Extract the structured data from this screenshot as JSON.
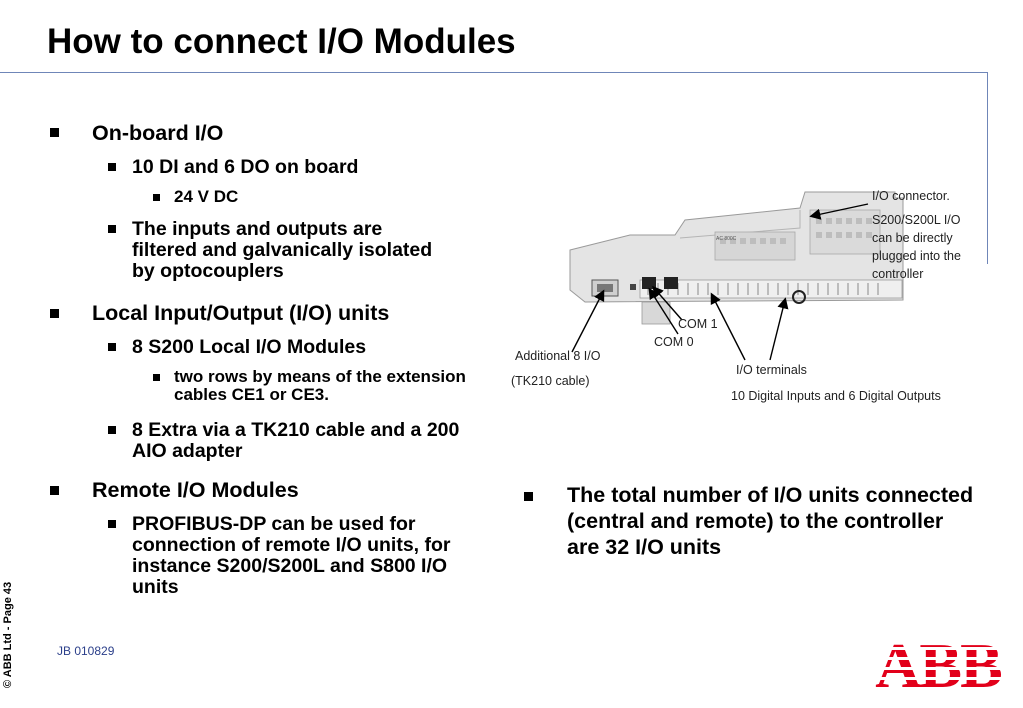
{
  "title": "How to connect I/O Modules",
  "bullets": {
    "b1": "On-board I/O",
    "b1_1": "10 DI and 6 DO on board",
    "b1_1_1": "24 V DC",
    "b1_2": "The inputs and outputs are filtered and galvanically isolated by optocouplers",
    "b2": "Local Input/Output (I/O) units",
    "b2_1": "8 S200 Local I/O Modules",
    "b2_1_1": "two rows by means of the extension cables CE1 or CE3.",
    "b2_2": "8 Extra via a TK210 cable and a 200 AIO adapter",
    "b3": "Remote I/O Modules",
    "b3_1": "PROFIBUS-DP can be used for connection of remote I/O units, for instance S200/S200L and S800 I/O units"
  },
  "diagram": {
    "io_connector": "I/O connector.",
    "s200_note_1": "S200/S200L I/O",
    "s200_note_2": "can be directly",
    "s200_note_3": "plugged into the",
    "s200_note_4": "controller",
    "com1": "COM 1",
    "com0": "COM 0",
    "additional_1": "Additional 8 I/O",
    "additional_2": "(TK210 cable)",
    "io_terminals": "I/O terminals",
    "io_terminals_desc": "10 Digital Inputs and 6 Digital Outputs",
    "module_label": "AC 800C"
  },
  "callout": "The total number of I/O units connected (central and remote) to the controller are 32 I/O units",
  "footer": {
    "side": "© ABB Ltd - Page 43",
    "id": "JB 010829",
    "logo_text": "ABB"
  },
  "colors": {
    "rule": "#6f86b8",
    "logo_red": "#e2001a",
    "footer_id": "#2b3f8a"
  }
}
